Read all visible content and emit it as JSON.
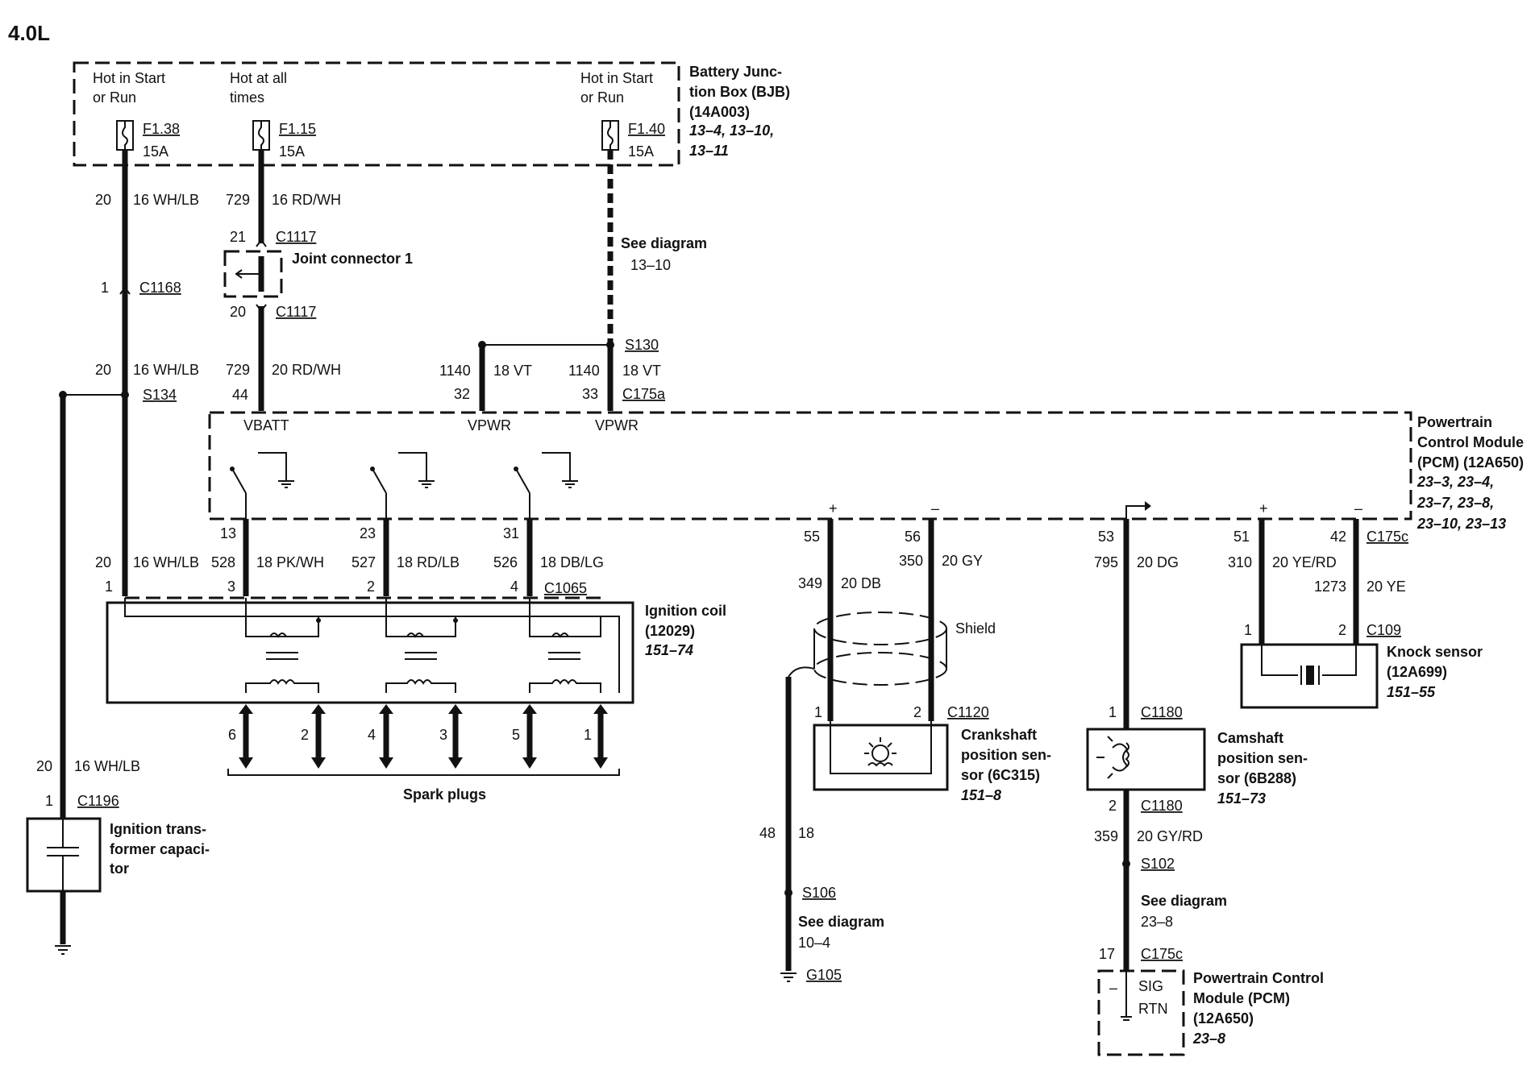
{
  "engine": "4.0L",
  "bjb": {
    "title_lines": [
      "Battery Junc-",
      "tion Box (BJB)",
      "(14A003)"
    ],
    "refs": [
      "13–4, 13–10,",
      "13–11"
    ],
    "hot_start_1": [
      "Hot in Start",
      "or Run"
    ],
    "hot_all": [
      "Hot at all",
      "times"
    ],
    "hot_start_2": [
      "Hot in Start",
      "or Run"
    ],
    "fuses": [
      {
        "id": "F1.38",
        "amps": "15A"
      },
      {
        "id": "F1.15",
        "amps": "15A"
      },
      {
        "id": "F1.40",
        "amps": "15A"
      }
    ]
  },
  "wires": {
    "w20": "20",
    "w20_color": "16 WH/LB",
    "w729": "729",
    "w729_color": "16 RD/WH",
    "w729b_color": "20 RD/WH",
    "w1140": "1140",
    "w1140_color": "18 VT",
    "w528": "528",
    "w528_color": "18 PK/WH",
    "w527": "527",
    "w527_color": "18 RD/LB",
    "w526": "526",
    "w526_color": "18 DB/LG",
    "w349": "349",
    "w349_color": "20 DB",
    "w350": "350",
    "w350_color": "20 GY",
    "w795": "795",
    "w795_color": "20 DG",
    "w310": "310",
    "w310_color": "20 YE/RD",
    "w1273": "1273",
    "w1273_color": "20 YE",
    "w48": "48",
    "w48_color": "18",
    "w359": "359",
    "w359_color": "20 GY/RD"
  },
  "connectors": {
    "c1117": "C1117",
    "c1168": "C1168",
    "s134": "S134",
    "s130": "S130",
    "c175a": "C175a",
    "c1065": "C1065",
    "c1196": "C1196",
    "c175c": "C175c",
    "c109": "C109",
    "c1120": "C1120",
    "c1180": "C1180",
    "s106": "S106",
    "g105": "G105",
    "s102": "S102"
  },
  "pins": {
    "p21": "21",
    "p20": "20",
    "p1": "1",
    "p44": "44",
    "p32": "32",
    "p33": "33",
    "p13": "13",
    "p23": "23",
    "p31": "31",
    "p55": "55",
    "p56": "56",
    "p53": "53",
    "p51": "51",
    "p42": "42",
    "p3": "3",
    "p2": "2",
    "p4": "4",
    "p17": "17",
    "plugs": [
      "6",
      "2",
      "4",
      "3",
      "5",
      "1"
    ]
  },
  "labels": {
    "joint_connector": "Joint connector 1",
    "see_diagram": "See diagram",
    "ref_13_10": "13–10",
    "ref_10_4": "10–4",
    "ref_23_8": "23–8",
    "vbatt": "VBATT",
    "vpwr": "VPWR",
    "shield": "Shield",
    "spark_plugs": "Spark plugs",
    "plus": "+",
    "minus": "–",
    "sig": "SIG",
    "rtn": "RTN"
  },
  "components": {
    "pcm_title": [
      "Powertrain",
      "Control Module",
      "(PCM) (12A650)"
    ],
    "pcm_refs": [
      "23–3, 23–4,",
      "23–7, 23–8,",
      "23–10, 23–13"
    ],
    "coil_title": [
      "Ignition coil",
      "(12029)"
    ],
    "coil_ref": "151–74",
    "cap_title": [
      "Ignition trans-",
      "former capaci-",
      "tor"
    ],
    "ckp_title": [
      "Crankshaft",
      "position sen-",
      "sor (6C315)"
    ],
    "ckp_ref": "151–8",
    "cmp_title": [
      "Camshaft",
      "position sen-",
      "sor (6B288)"
    ],
    "cmp_ref": "151–73",
    "ks_title": [
      "Knock sensor",
      "(12A699)"
    ],
    "ks_ref": "151–55",
    "pcm2_title": [
      "Powertrain Control",
      "Module (PCM)",
      "(12A650)"
    ],
    "pcm2_ref": "23–8"
  }
}
